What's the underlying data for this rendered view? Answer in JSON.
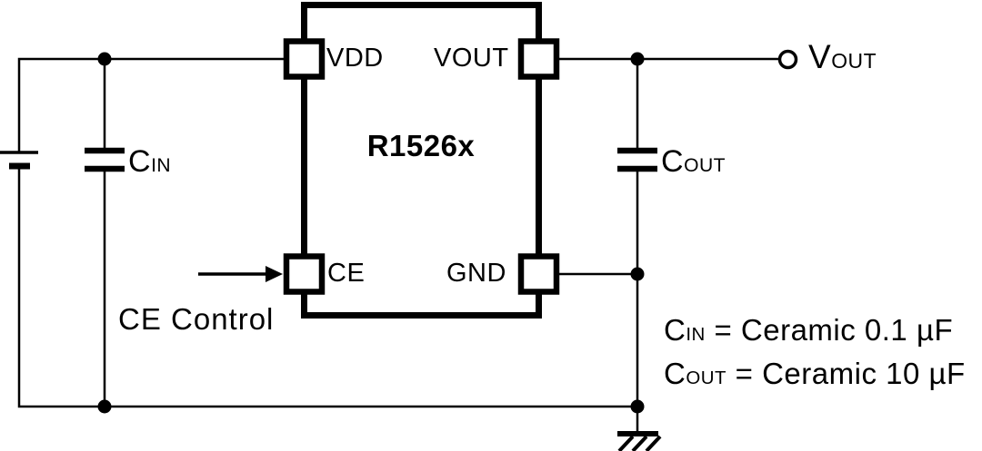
{
  "diagram": {
    "ink_color": "#000000",
    "background_color": "#ffffff",
    "ic": {
      "name": "R1526x",
      "pins": {
        "vdd": "VDD",
        "vout": "VOUT",
        "ce": "CE",
        "gnd": "GND"
      }
    },
    "components": {
      "cin": {
        "symbol": "C",
        "sub": "IN"
      },
      "cout": {
        "symbol": "C",
        "sub": "OUT"
      },
      "vout_terminal": {
        "symbol": "V",
        "sub": "OUT"
      },
      "ce_control": "CE Control"
    },
    "notes": [
      {
        "symbol": "C",
        "sub": "IN",
        "text": " = Ceramic 0.1 µF"
      },
      {
        "symbol": "C",
        "sub": "OUT",
        "text": " = Ceramic 10 µF"
      }
    ],
    "icons": {
      "battery": "battery-icon",
      "input_capacitor": "capacitor-icon",
      "output_capacitor": "capacitor-icon",
      "ce_arrow": "arrow-right-icon",
      "output_terminal": "open-circle-terminal-icon",
      "ground": "earth-ground-icon"
    }
  }
}
